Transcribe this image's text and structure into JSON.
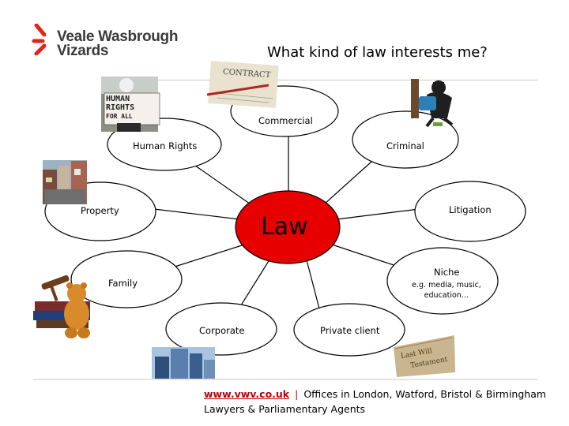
{
  "header": {
    "logo_line1": "Veale Wasbrough",
    "logo_line2": "Vizards",
    "brand_color": "#e2231a",
    "title": "What kind of law interests me?"
  },
  "diagram": {
    "center": "Law",
    "center_color": "#e60000",
    "nodes": {
      "commercial": "Commercial",
      "human_rights": "Human Rights",
      "criminal": "Criminal",
      "property": "Property",
      "litigation": "Litigation",
      "family": "Family",
      "niche": "Niche",
      "niche_note_1": "e.g. media, music,",
      "niche_note_2": "education…",
      "corporate": "Corporate",
      "private_client": "Private client"
    },
    "images": {
      "protest_sign_1": "HUMAN",
      "protest_sign_2": "RIGHTS",
      "protest_sign_3": "FOR ALL",
      "contract": "CONTRACT",
      "will_1": "Last Will",
      "will_2": "Testament"
    }
  },
  "footer": {
    "url": "www.vwv.co.uk",
    "separator": "|",
    "offices": "Offices in London, Watford, Bristol & Birmingham",
    "line2": "Lawyers & Parliamentary Agents"
  }
}
